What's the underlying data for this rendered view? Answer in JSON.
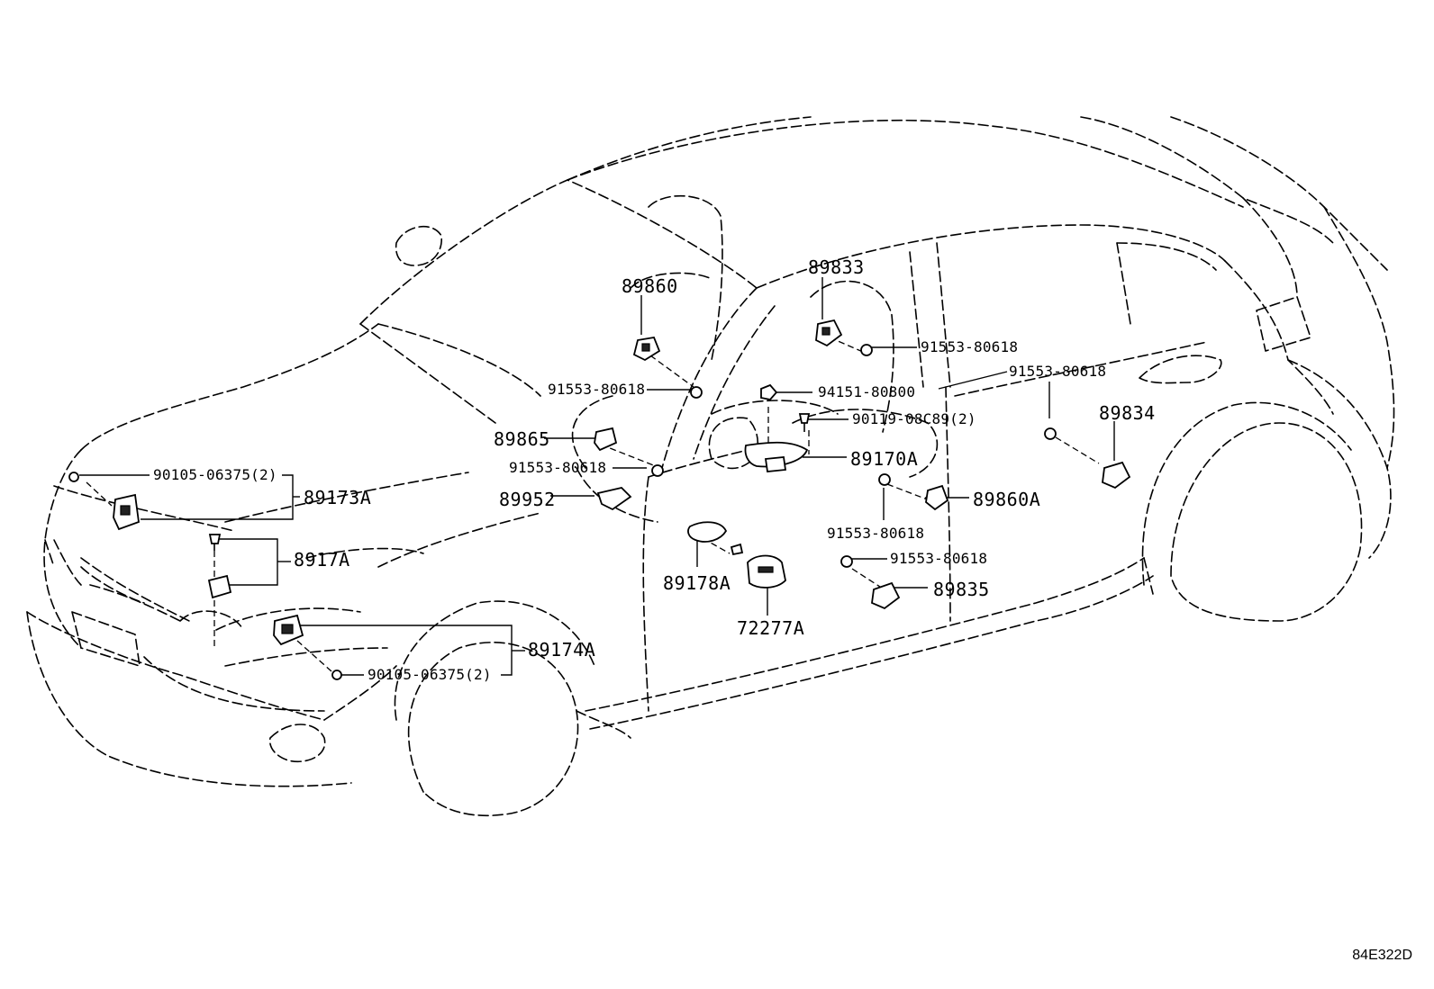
{
  "diagram": {
    "drawing_code": "84E322D",
    "labels": {
      "p89833": "89833",
      "p89860": "89860",
      "b1": "91553-80618",
      "b2": "91553-80618",
      "b3": "91553-80618",
      "b4": "91553-80618",
      "b5": "91553-80618",
      "b6": "91553-80618",
      "n94151": "94151-80800",
      "s90119": "90119-08C89(2)",
      "p89865": "89865",
      "p89170A": "89170A",
      "p89834": "89834",
      "s90105a": "90105-06375(2)",
      "p89173A": "89173A",
      "p89952": "89952",
      "p89860A": "89860A",
      "p8917A": "8917A",
      "p89178A": "89178A",
      "p89835": "89835",
      "p72277A": "72277A",
      "p89174A": "89174A",
      "s90105b": "90105-06375(2)"
    }
  }
}
